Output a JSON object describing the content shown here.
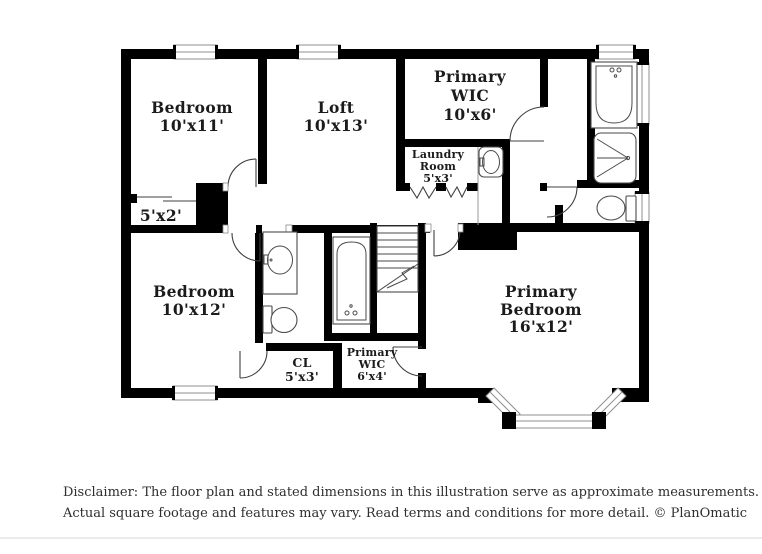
{
  "rooms": {
    "bedroom1": {
      "name": "Bedroom",
      "dims": "10'x11'"
    },
    "loft": {
      "name": "Loft",
      "dims": "10'x13'"
    },
    "primary_wic": {
      "name": "Primary",
      "name2": "WIC",
      "dims": "10'x6'"
    },
    "laundry": {
      "name": "Laundry",
      "name2": "Room",
      "dims": "5'x3'"
    },
    "hall_closet": {
      "dims": "5'x2'"
    },
    "bedroom2": {
      "name": "Bedroom",
      "dims": "10'x12'"
    },
    "closet": {
      "name": "CL",
      "dims": "5'x3'"
    },
    "primary_wic2": {
      "name": "Primary",
      "name2": "WIC",
      "dims": "6'x4'"
    },
    "primary_bedroom": {
      "name": "Primary",
      "name2": "Bedroom",
      "dims": "16'x12'"
    }
  },
  "footer": {
    "disclaimer_line1": "Disclaimer: The floor plan and stated dimensions in this illustration serve as approximate measurements.",
    "disclaimer_line2": "Actual square footage and features may vary. Read terms and conditions for more detail. © PlanOmatic"
  },
  "colors": {
    "wall": "#000000",
    "window_frame": "#8f8f8f",
    "fixture_line": "#4a4a4a",
    "door_line": "#3f3f3f",
    "label_text": "#1b1b1b",
    "disclaimer_text": "#2e2e2e",
    "background": "#ffffff"
  }
}
